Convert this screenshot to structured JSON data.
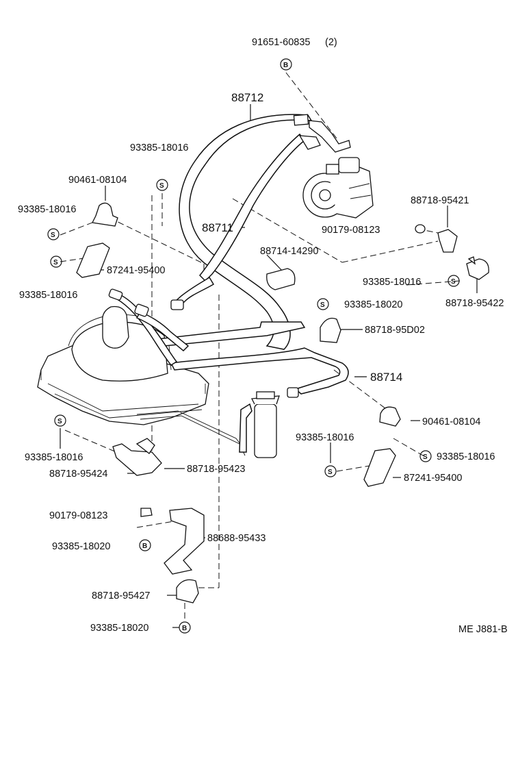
{
  "diagram": {
    "code": "ME J881-B",
    "parts": {
      "bolt_top": "91651-60835",
      "bolt_top_qty": "(2)",
      "hose_discharge": "88712",
      "hose_suction": "88711",
      "hose_insulator": "88714-14290",
      "tube_liquid": "88714",
      "screw_upper_left": "93385-18016",
      "clamp_upper_left": "90461-08104",
      "screw_left_a": "93385-18016",
      "bracket_left": "87241-95400",
      "screw_left_b": "93385-18016",
      "nut_right": "90179-08123",
      "clamp_right_a": "88718-95421",
      "screw_right_a": "93385-18016",
      "clamp_right_b": "88718-95422",
      "screw_right_b": "93385-18020",
      "clamp_right_c": "88718-95D02",
      "clamp_right_d": "90461-08104",
      "screw_right_c": "93385-18016",
      "screw_right_d": "93385-18016",
      "bracket_right": "87241-95400",
      "screw_lower_left": "93385-18016",
      "clamp_lower_a": "88718-95424",
      "clamp_lower_b": "88718-95423",
      "nut_bottom": "90179-08123",
      "screw_bottom_a": "93385-18020",
      "bracket_bottom": "88688-95433",
      "clamp_bottom": "88718-95427",
      "screw_bottom_b": "93385-18020"
    },
    "symbols": {
      "bolt": "B",
      "screw": "S"
    }
  }
}
